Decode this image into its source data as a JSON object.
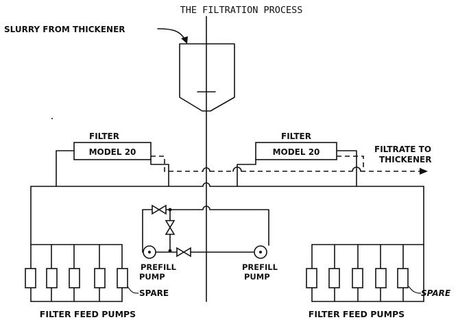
{
  "title": "THE FILTRATION PROCESS",
  "labels": {
    "slurry": "SLURRY FROM THICKENER",
    "filter_left": "FILTER",
    "model_left": "MODEL 20",
    "filter_right": "FILTER",
    "model_right": "MODEL 20",
    "filtrate_line1": "FILTRATE TO",
    "filtrate_line2": "THICKENER",
    "prefill_left_line1": "PREFILL",
    "prefill_left_line2": "PUMP",
    "prefill_right_line1": "PREFILL",
    "prefill_right_line2": "PUMP",
    "spare_left": "SPARE",
    "spare_right": "SPARE",
    "feed_pumps_left": "FILTER FEED PUMPS",
    "feed_pumps_right": "FILTER FEED PUMPS"
  }
}
